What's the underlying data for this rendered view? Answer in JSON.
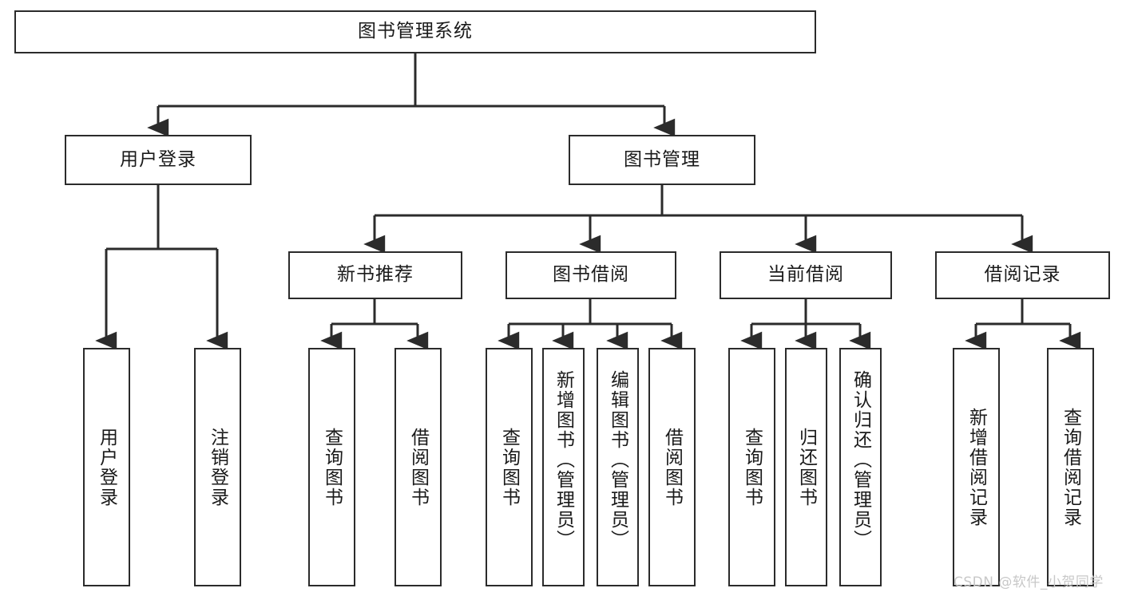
{
  "diagram": {
    "title": "图书管理系统",
    "watermark": "CSDN @软件_小贺同学",
    "line_color": "#2b2b2b",
    "text_color": "#1a1a1a",
    "background": "#ffffff",
    "root": {
      "label": "图书管理系统"
    },
    "level2": [
      {
        "label": "用户登录"
      },
      {
        "label": "图书管理"
      }
    ],
    "level3": [
      {
        "label": "新书推荐"
      },
      {
        "label": "图书借阅"
      },
      {
        "label": "当前借阅"
      },
      {
        "label": "借阅记录"
      }
    ],
    "leaves": {
      "user_login": [
        {
          "label": "用户登录"
        },
        {
          "label": "注销登录"
        }
      ],
      "new_book_recommend": [
        {
          "label": "查询图书"
        },
        {
          "label": "借阅图书"
        }
      ],
      "book_borrow": [
        {
          "label": "查询图书"
        },
        {
          "label": "新增图书（管理员）"
        },
        {
          "label": "编辑图书（管理员）"
        },
        {
          "label": "借阅图书"
        }
      ],
      "current_borrow": [
        {
          "label": "查询图书"
        },
        {
          "label": "归还图书"
        },
        {
          "label": "确认归还（管理员）"
        }
      ],
      "borrow_records": [
        {
          "label": "新增借阅记录"
        },
        {
          "label": "查询借阅记录"
        }
      ]
    }
  }
}
